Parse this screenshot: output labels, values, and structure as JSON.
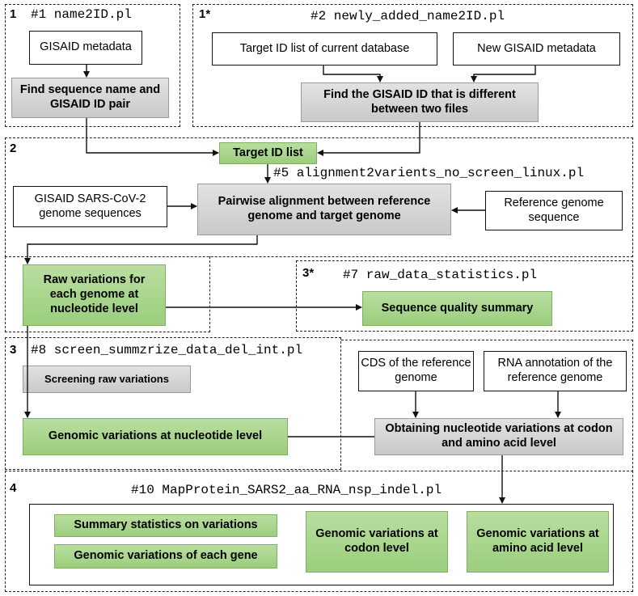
{
  "sections": {
    "s1": {
      "num": "1",
      "script": "#1 name2ID.pl"
    },
    "s1star": {
      "num": "1*",
      "script": "#2 newly_added_name2ID.pl"
    },
    "s2": {
      "num": "2",
      "script": "#5 alignment2varients_no_screen_linux.pl"
    },
    "s3star": {
      "num": "3*",
      "script": "#7 raw_data_statistics.pl"
    },
    "s3": {
      "num": "3",
      "script": "#8 screen_summzrize_data_del_int.pl"
    },
    "s4": {
      "num": "4",
      "script": "#10 MapProtein_SARS2_aa_RNA_nsp_indel.pl"
    }
  },
  "nodes": {
    "gisaid_metadata": "GISAID metadata",
    "find_pair": "Find sequence name and GISAID ID pair",
    "target_id_current": "Target ID list of current database",
    "new_gisaid_metadata": "New GISAID metadata",
    "find_diff": "Find the GISAID ID that is different between two files",
    "target_id_list": "Target ID list",
    "genome_sequences": "GISAID SARS-CoV-2 genome sequences",
    "pairwise_alignment": "Pairwise alignment between reference genome and target genome",
    "reference_genome": "Reference genome sequence",
    "raw_variations": "Raw variations for each genome at nucleotide level",
    "sequence_quality": "Sequence quality summary",
    "screening": "Screening raw variations",
    "genomic_nucleotide": "Genomic variations at nucleotide level",
    "cds_reference": "CDS of the reference genome",
    "rna_annotation": "RNA annotation of the reference genome",
    "obtaining_codon": "Obtaining nucleotide variations at codon and amino acid level",
    "summary_stats": "Summary statistics on variations",
    "genomic_each_gene": "Genomic variations of each gene",
    "genomic_codon": "Genomic variations at codon level",
    "genomic_amino": "Genomic variations at amino acid level"
  },
  "colors": {
    "green_fill": "#a8d68b",
    "gray_fill": "#d4d4d4",
    "line": "#111111"
  }
}
